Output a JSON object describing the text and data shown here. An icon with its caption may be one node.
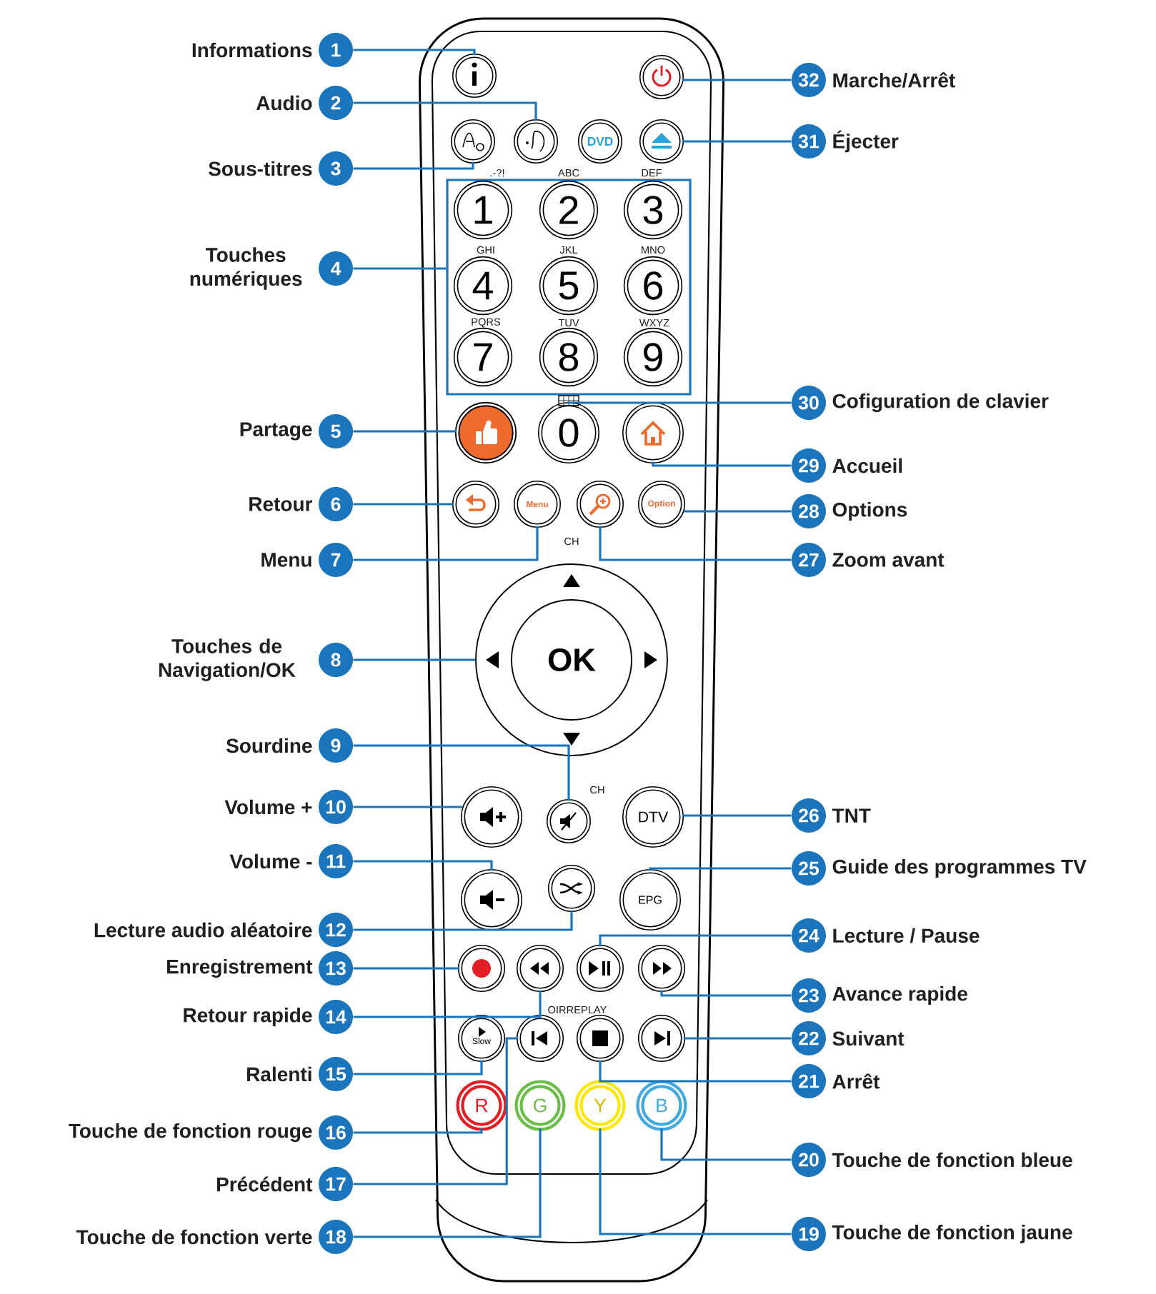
{
  "diagram": {
    "nodes": [
      {
        "text": [
          "1"
        ],
        "beside": [
          "Informations"
        ]
      },
      {
        "text": [
          "2"
        ],
        "beside": [
          "Audio"
        ]
      },
      {
        "text": [
          "3"
        ],
        "beside": [
          "Sous-titres"
        ]
      },
      {
        "text": [
          "4"
        ],
        "beside": [
          "Touches numériques"
        ]
      },
      {
        "text": [
          "5"
        ],
        "beside": [
          "Partage"
        ]
      },
      {
        "text": [
          "6"
        ],
        "beside": [
          "Retour"
        ]
      },
      {
        "text": [
          "7"
        ],
        "beside": [
          "Menu"
        ]
      },
      {
        "text": [
          "8"
        ],
        "beside": [
          "Touches de Navigation/OK"
        ]
      },
      {
        "text": [
          "9"
        ],
        "beside": [
          "Sourdine"
        ]
      },
      {
        "text": [
          "10"
        ],
        "beside": [
          "Volume +"
        ]
      },
      {
        "text": [
          "11"
        ],
        "beside": [
          "Volume -"
        ]
      },
      {
        "text": [
          "12"
        ],
        "beside": [
          "Lecture audio aléatoire"
        ]
      },
      {
        "text": [
          "13"
        ],
        "beside": [
          "Enregistrement"
        ]
      },
      {
        "text": [
          "14"
        ],
        "beside": [
          "Retour rapide"
        ]
      },
      {
        "text": [
          "15"
        ],
        "beside": [
          "Ralenti"
        ]
      },
      {
        "text": [
          "16"
        ],
        "beside": [
          "Touche de fonction rouge"
        ]
      },
      {
        "text": [
          "17"
        ],
        "beside": [
          "Précédent"
        ]
      },
      {
        "text": [
          "18"
        ],
        "beside": [
          "Touche de fonction verte"
        ]
      },
      {
        "text": [
          "19"
        ],
        "beside": [
          "Touche de fonction jaune"
        ]
      },
      {
        "text": [
          "20"
        ],
        "beside": [
          "Touche de fonction bleue"
        ]
      },
      {
        "text": [
          "21"
        ],
        "beside": [
          "Arrêt"
        ]
      },
      {
        "text": [
          "22"
        ],
        "beside": [
          "Suivant"
        ]
      },
      {
        "text": [
          "23"
        ],
        "beside": [
          "Avance rapide"
        ]
      },
      {
        "text": [
          "24"
        ],
        "beside": [
          "Lecture / Pause"
        ]
      },
      {
        "text": [
          "25"
        ],
        "beside": [
          "Guide des programmes TV"
        ]
      },
      {
        "text": [
          "26"
        ],
        "beside": [
          "TNT"
        ]
      },
      {
        "text": [
          "27"
        ],
        "beside": [
          "Zoom avant"
        ]
      },
      {
        "text": [
          "28"
        ],
        "beside": [
          "Options"
        ]
      },
      {
        "text": [
          "29"
        ],
        "beside": [
          "Accueil"
        ]
      },
      {
        "text": [
          "30"
        ],
        "beside": [
          "Cofiguration de clavier"
        ]
      },
      {
        "text": [
          "31"
        ],
        "beside": [
          "Éjecter"
        ]
      },
      {
        "text": [
          "32"
        ],
        "beside": [
          "Marche/Arrêt"
        ]
      },
      {
        "text": [],
        "shape": "circle"
      },
      {
        "text": [],
        "shape": "circle"
      },
      {
        "text": [],
        "shape": "circle"
      },
      {
        "text": [],
        "shape": "circle"
      },
      {
        "text": [
          "DVD"
        ]
      },
      {
        "text": [],
        "shape": "circle"
      },
      {
        "text": [],
        "shape": "box"
      },
      {
        "text": [
          "1"
        ],
        "in": 38
      },
      {
        "text": [
          "2"
        ],
        "in": 38
      },
      {
        "text": [
          "3"
        ],
        "in": 38
      },
      {
        "text": [
          "4"
        ],
        "in": 38
      },
      {
        "text": [
          "5"
        ],
        "in": 38
      },
      {
        "text": [
          "6"
        ],
        "in": 38
      },
      {
        "text": [
          "7"
        ],
        "in": 38
      },
      {
        "text": [
          "8"
        ],
        "in": 38
      },
      {
        "text": [
          "9"
        ],
        "in": 38
      },
      {
        "text": [],
        "shape": "circle"
      },
      {
        "text": [
          "0"
        ]
      },
      {
        "text": [],
        "shape": "circle"
      },
      {
        "text": [],
        "shape": "circle"
      },
      {
        "text": [
          "Menu"
        ]
      },
      {
        "text": [],
        "shape": "circle"
      },
      {
        "text": [
          "Option"
        ]
      },
      {
        "text": [],
        "shape": "circle"
      },
      {
        "text": [
          "OK"
        ],
        "in": 55
      },
      {
        "text": [],
        "shape": "circle"
      },
      {
        "text": [],
        "shape": "circle"
      },
      {
        "text": [
          "DTV"
        ]
      },
      {
        "text": [],
        "shape": "circle"
      },
      {
        "text": [],
        "shape": "circle"
      },
      {
        "text": [
          "EPG"
        ]
      },
      {
        "text": [],
        "shape": "circle"
      },
      {
        "text": [],
        "shape": "circle"
      },
      {
        "text": [],
        "shape": "circle"
      },
      {
        "text": [],
        "shape": "circle"
      },
      {
        "text": [
          "Slow"
        ]
      },
      {
        "text": [],
        "shape": "circle"
      },
      {
        "text": [],
        "shape": "circle"
      },
      {
        "text": [],
        "shape": "circle"
      },
      {
        "text": [
          "R"
        ]
      },
      {
        "text": [
          "G"
        ]
      },
      {
        "text": [
          "Y"
        ]
      },
      {
        "text": [
          "B"
        ]
      }
    ],
    "edges": [
      {
        "from": 0,
        "to": 32,
        "arrow": "none"
      },
      {
        "from": 1,
        "to": 35,
        "arrow": "none"
      },
      {
        "from": 2,
        "to": 34,
        "arrow": "none"
      },
      {
        "from": 3,
        "to": 38,
        "arrow": "none"
      },
      {
        "from": 4,
        "to": 48,
        "arrow": "none"
      },
      {
        "from": 5,
        "to": 51,
        "arrow": "none"
      },
      {
        "from": 6,
        "to": 52,
        "arrow": "none"
      },
      {
        "from": 7,
        "to": 55,
        "arrow": "none"
      },
      {
        "from": 8,
        "to": 58,
        "arrow": "none"
      },
      {
        "from": 9,
        "to": 57,
        "arrow": "none"
      },
      {
        "from": 10,
        "to": 60,
        "arrow": "none"
      },
      {
        "from": 11,
        "to": 61,
        "arrow": "none"
      },
      {
        "from": 12,
        "to": 63,
        "arrow": "none"
      },
      {
        "from": 13,
        "to": 64,
        "arrow": "none"
      },
      {
        "from": 14,
        "to": 67,
        "arrow": "none"
      },
      {
        "from": 15,
        "to": 71,
        "arrow": "none"
      },
      {
        "from": 16,
        "to": 68,
        "arrow": "none"
      },
      {
        "from": 17,
        "to": 72,
        "arrow": "none"
      },
      {
        "from": 18,
        "to": 73,
        "arrow": "none"
      },
      {
        "from": 19,
        "to": 74,
        "arrow": "none"
      },
      {
        "from": 20,
        "to": 69,
        "arrow": "none"
      },
      {
        "from": 21,
        "to": 70,
        "arrow": "none"
      },
      {
        "from": 22,
        "to": 66,
        "arrow": "none"
      },
      {
        "from": 23,
        "to": 65,
        "arrow": "none"
      },
      {
        "from": 24,
        "to": 62,
        "arrow": "none"
      },
      {
        "from": 25,
        "to": 59,
        "arrow": "none"
      },
      {
        "from": 26,
        "to": 53,
        "arrow": "none"
      },
      {
        "from": 27,
        "to": 54,
        "arrow": "none"
      },
      {
        "from": 28,
        "to": 50,
        "arrow": "none"
      },
      {
        "from": 29,
        "to": 49,
        "arrow": "none"
      },
      {
        "from": 30,
        "to": 37,
        "arrow": "none"
      },
      {
        "from": 31,
        "to": 33,
        "arrow": "none"
      }
    ],
    "labels": [
      ".-?!",
      "ABC",
      "DEF",
      "GHI",
      "JKL",
      "MNO",
      "PQRS",
      "TUV",
      "WXYZ",
      "CH",
      "CH",
      "OIRREPLAY"
    ]
  }
}
